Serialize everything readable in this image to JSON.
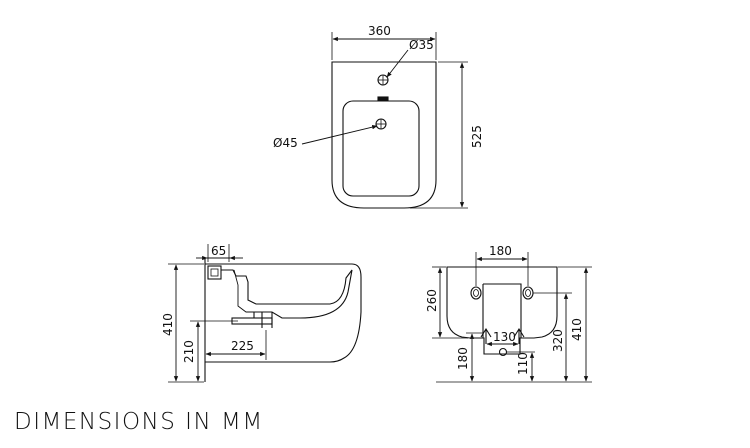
{
  "caption": "DIMENSIONS IN MM",
  "colors": {
    "line": "#111111",
    "background": "#ffffff"
  },
  "top_view": {
    "width": "360",
    "depth": "525",
    "tap_hole": "Ø35",
    "waste_hole": "Ø45"
  },
  "side_view": {
    "rim_thickness": "65",
    "height": "410",
    "waste_height": "210",
    "waste_setback": "225"
  },
  "rear_view": {
    "bolt_spacing": "180",
    "bolt_height": "260",
    "height": "410",
    "inlet_spacing": "130",
    "inlet_height": "180",
    "outlet_height": "110",
    "fixing_height": "320"
  }
}
